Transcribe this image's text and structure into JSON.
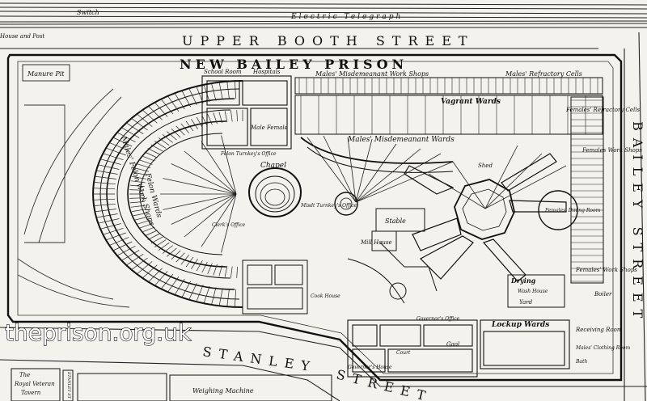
{
  "streets": {
    "upper_booth": "UPPER BOOTH STREET",
    "bailey": "BAILEY STREET",
    "stanley_word": "STANLEY",
    "street_word": "STREET",
    "top_railway": "Electric Telegraph",
    "top_left_fragment": "Switch",
    "top_left_fragment2": "House and Post"
  },
  "title": "NEW BAILEY PRISON",
  "labels": {
    "manure_pit": "Manure Pit",
    "school_room": "School Room",
    "hospitals": "Hospitals",
    "males_misdemeanant_work_shops": "Males' Misdemeanant Work Shops",
    "males_refractory_cells": "Males' Refractory Cells",
    "vagrant_wards": "Vagrant Wards",
    "females_refractory_cells": "Females' Refractory Cells",
    "females_work_shops_upper": "Females Work Shops",
    "males_misdemeanant_wards": "Males' Misdemeanant Wards",
    "male_female": "Male Female",
    "felon_turnkeys_office": "Felon Turnkey's Office",
    "chapel": "Chapel",
    "misdt_turnkeys_office": "Misdt Turnkey's Office",
    "stable": "Stable",
    "shed": "Shed",
    "males_felon_work_shops": "Males' Felon Work Shops",
    "felon_wards": "Felon Wards",
    "clerks_office": "Clerk's Office",
    "mill_house": "Mill House",
    "females_dining_room": "Females' Dining Room",
    "females_work_shops_lower": "Females' Work Shops",
    "drying_loft": "Drying",
    "wash_house": "Wash House",
    "yard": "Yard",
    "boiler": "Boiler",
    "cook_house": "Cook House",
    "governors_office": "Governor's Office",
    "lockup_wards": "Lockup Wards",
    "receiving_room": "Receiving Room",
    "governors_house": "Governor's House",
    "court": "Court",
    "gaol": "Gaol",
    "males_clothing_room": "Males' Clothing Room",
    "bath": "Bath",
    "weighing_machine": "Weighing Machine",
    "the": "The",
    "royal_veteran": "Royal Veteran",
    "tavern": "Tavern",
    "stanley_st_small": "STANLEY ST"
  },
  "watermark": "theprison.org.uk",
  "colors": {
    "paper": "#f4f2ec",
    "ink": "#1a1a1a"
  }
}
